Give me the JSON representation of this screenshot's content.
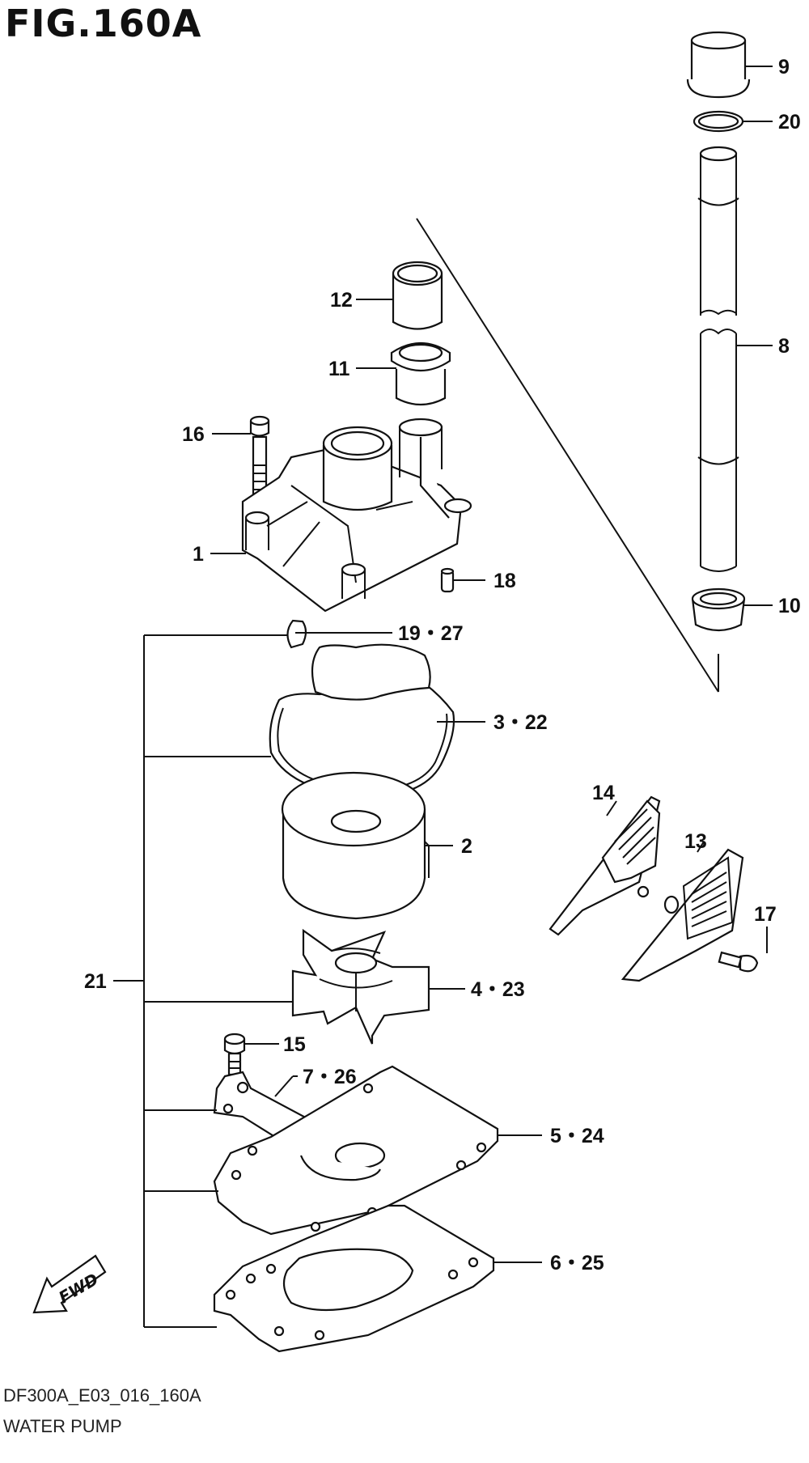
{
  "title": "FIG.160A",
  "footer": {
    "code": "DF300A_E03_016_160A",
    "name": "WATER PUMP"
  },
  "callouts": {
    "c9": "9",
    "c20": "20",
    "c8": "8",
    "c10": "10",
    "c12": "12",
    "c11": "11",
    "c16": "16",
    "c1": "1",
    "c18": "18",
    "c19_27": "19・27",
    "c3_22": "3・22",
    "c2": "2",
    "c14": "14",
    "c13": "13",
    "c17": "17",
    "c21": "21",
    "c4_23": "4・23",
    "c15": "15",
    "c7_26": "7・26",
    "c5_24": "5・24",
    "c6_25": "6・25"
  },
  "fwd_badge": "FWD"
}
